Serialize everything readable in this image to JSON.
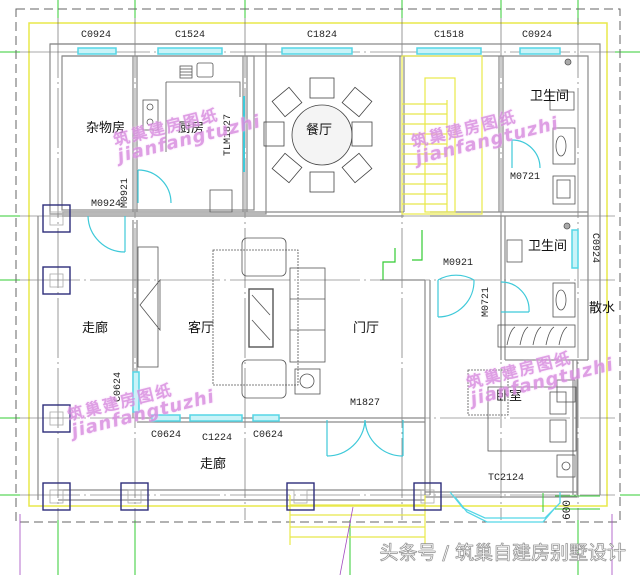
{
  "drawing": {
    "title": "Ground floor plan",
    "colors": {
      "wall": "#8a8a8a",
      "window": "#55d6e6",
      "door": "#3ec9d9",
      "stair": "#e8e84a",
      "outline_yellow": "#e8e84a",
      "axis_green": "#33cc33",
      "column": "#2d2d7a",
      "watermark": "#d98fe0"
    }
  },
  "rooms": {
    "storage": "杂物房",
    "kitchen": "厨房",
    "dining": "餐厅",
    "bath_top": "卫生间",
    "bath_mid": "卫生间",
    "corridor_left": "走廊",
    "living": "客厅",
    "foyer": "门厅",
    "bedroom": "卧室",
    "corridor_bottom": "走廊",
    "drainage": "散水"
  },
  "windows": {
    "storage": "C0924",
    "kitchen": "C1524",
    "dining": "C1824",
    "stair": "C1518",
    "bath_top": "C0924",
    "bath_mid_side": "C0924",
    "living_side": "C0624",
    "living_bottom_left": "C0624",
    "living_bottom_mid": "C1224",
    "living_bottom_right": "C0624",
    "bedroom_bay": "TC2124"
  },
  "doors": {
    "kitchen_sliding": "TLM1827",
    "storage": "M0924",
    "kitchen": "M0921",
    "bath_top": "M0721",
    "hall": "M0921",
    "bath_mid": "M0721",
    "entrance": "M1827"
  },
  "dimensions": {
    "bay_offset": "600"
  },
  "watermark": {
    "cn": "筑巢建房图纸",
    "en": "jianfangtuzhi"
  },
  "footer": {
    "credit": "头条号 / 筑巢自建房别墅设计"
  }
}
